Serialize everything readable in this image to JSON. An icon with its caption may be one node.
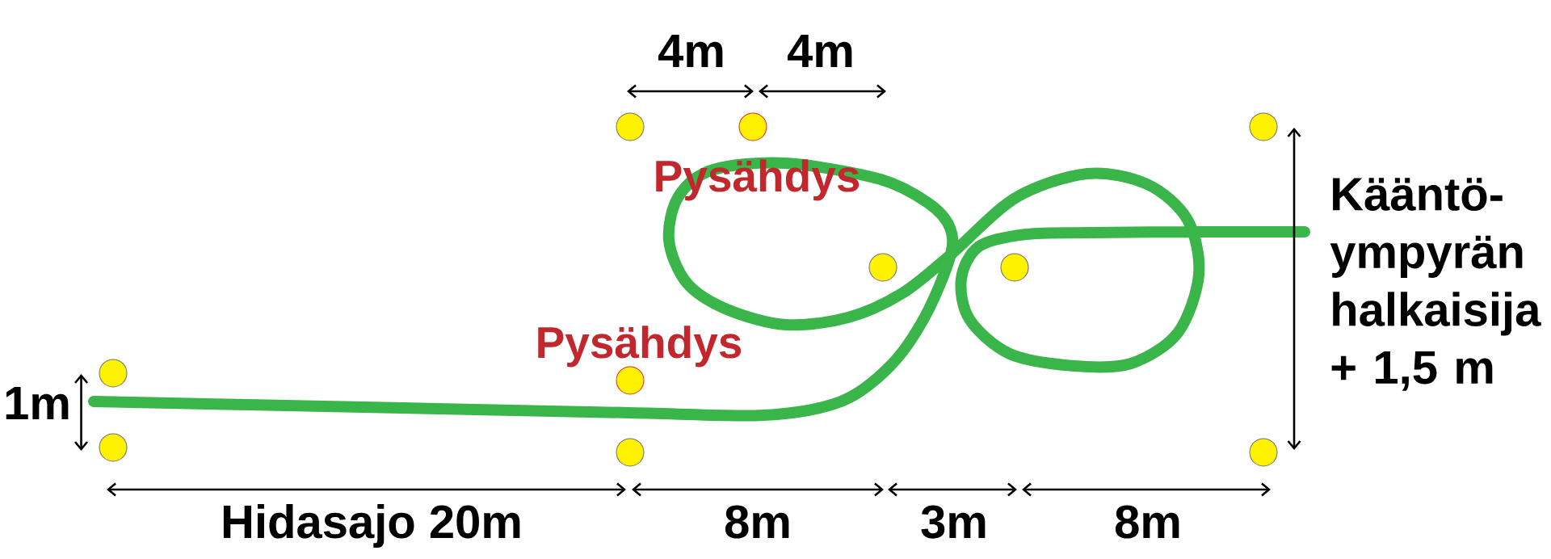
{
  "diagram": {
    "labels": [
      "4m",
      "4m",
      "Pysähdys",
      "Kääntö- ympyrän halkaisija + 1,5 m",
      "Pysähdys",
      "1m",
      "Hidasajo 20m",
      "8m",
      "3m",
      "8m"
    ]
  }
}
